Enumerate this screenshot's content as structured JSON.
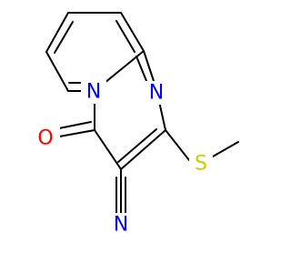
{
  "molecule": {
    "atoms": [
      {
        "id": "N1",
        "symbol": "N",
        "color": "#0000ff"
      },
      {
        "id": "N2",
        "symbol": "N",
        "color": "#0000ff"
      },
      {
        "id": "O",
        "symbol": "O",
        "color": "#ff0000"
      },
      {
        "id": "S",
        "symbol": "S",
        "color": "#cccc00"
      },
      {
        "id": "N3",
        "symbol": "N",
        "color": "#0000ff"
      }
    ],
    "bond_color": "#000000"
  }
}
